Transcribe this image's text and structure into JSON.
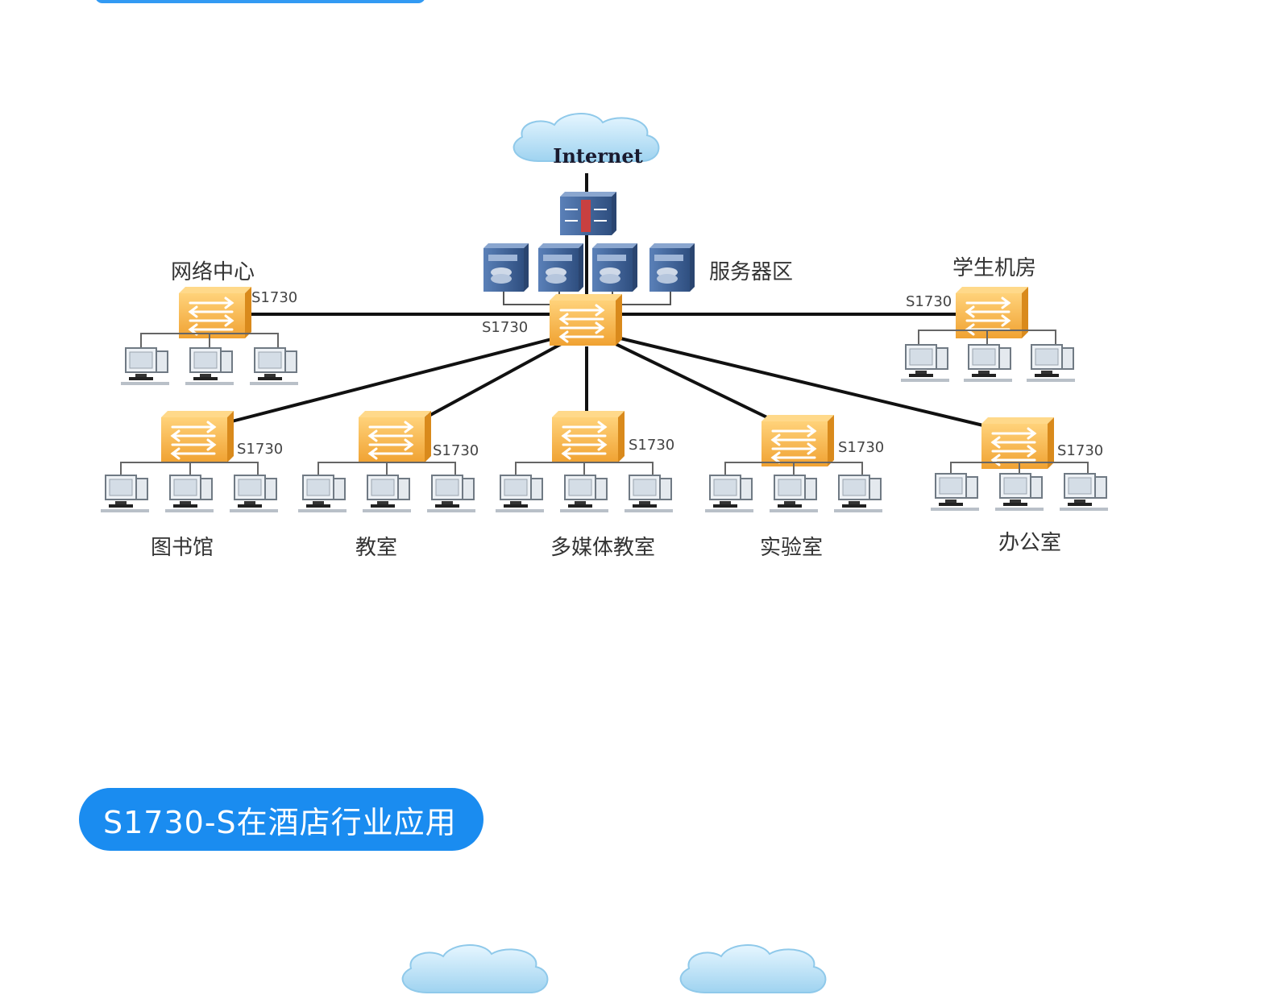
{
  "internet_label": "Internet",
  "core": {
    "label": "S1730"
  },
  "server_zone_label": "服务器区",
  "top_sites": [
    {
      "title": "网络中心",
      "switch_label": "S1730"
    },
    {
      "title": "学生机房",
      "switch_label": "S1730"
    }
  ],
  "bottom_sites": [
    {
      "title": "图书馆",
      "switch_label": "S1730"
    },
    {
      "title": "教室",
      "switch_label": "S1730"
    },
    {
      "title": "多媒体教室",
      "switch_label": "S1730"
    },
    {
      "title": "实验室",
      "switch_label": "S1730"
    },
    {
      "title": "办公室",
      "switch_label": "S1730"
    }
  ],
  "section_title": "S1730-S在酒店行业应用",
  "colors": {
    "switch": "#f3a935",
    "server": "#4a6fa5",
    "accent": "#1a8cf0",
    "cloud": "#bfe3f7"
  }
}
